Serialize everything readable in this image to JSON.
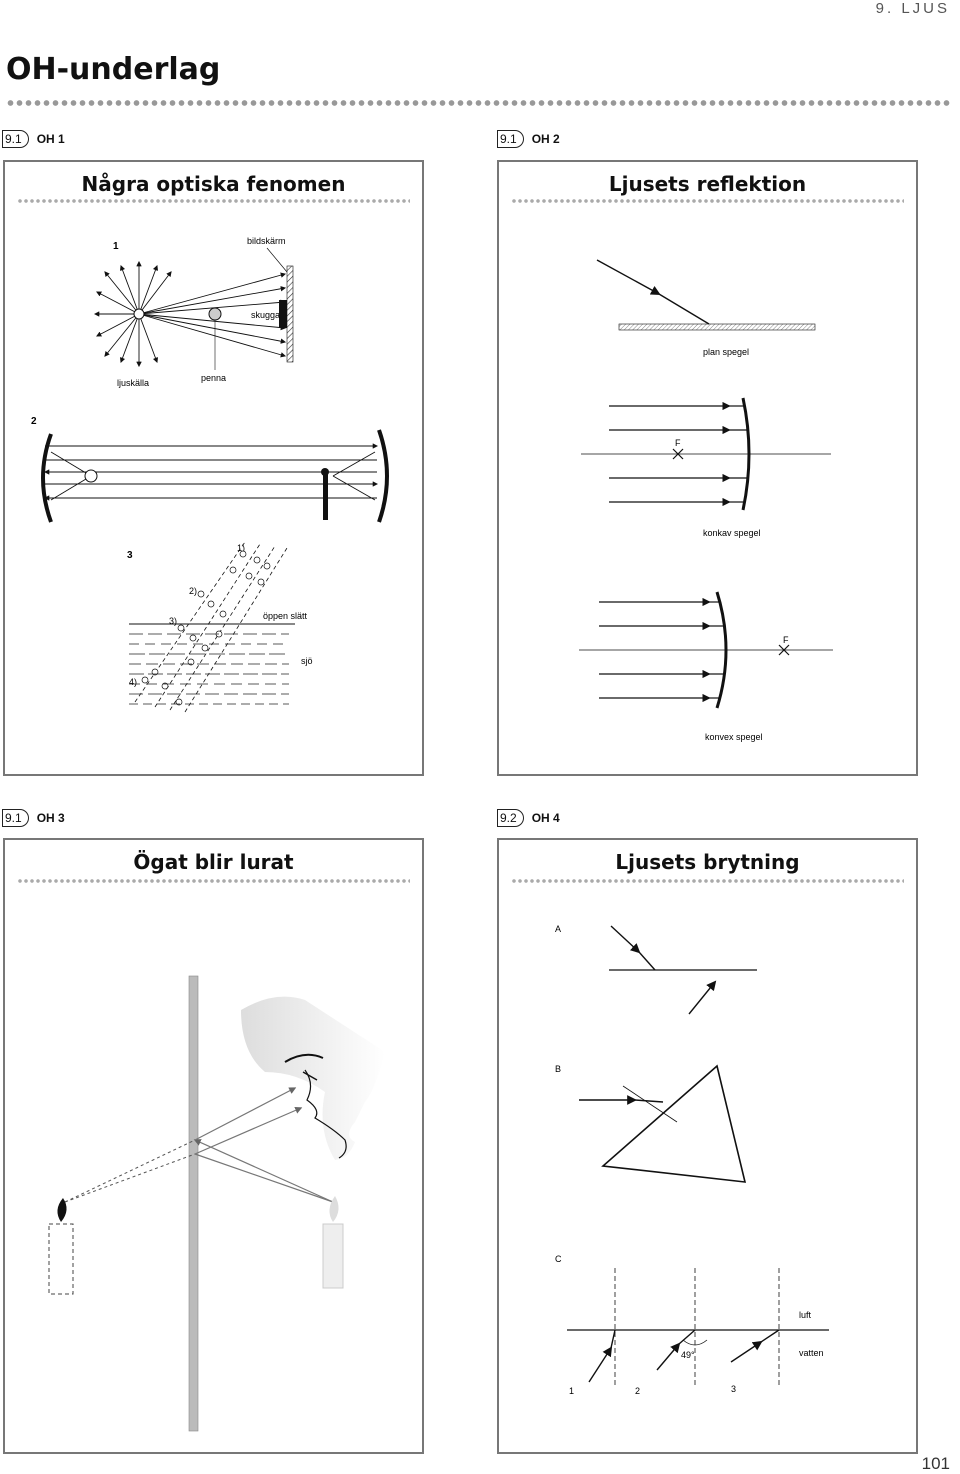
{
  "header": {
    "chapter": "9. LJUS",
    "title": "OH-underlag"
  },
  "cards": [
    {
      "section": "9.1",
      "label": "OH 1",
      "title": "Några optiska fenomen",
      "fig1": {
        "number": "1",
        "screen": "bildskärm",
        "shadow": "skugga",
        "source": "ljuskälla",
        "pen": "penna"
      },
      "fig2": {
        "number": "2"
      },
      "fig3": {
        "number": "3",
        "step1": "1)",
        "step2": "2)",
        "step3": "3)",
        "step4": "4)",
        "plain": "öppen slätt",
        "lake": "sjö"
      }
    },
    {
      "section": "9.1",
      "label": "OH 2",
      "title": "Ljusets reflektion",
      "plane": "plan spegel",
      "concave": "konkav spegel",
      "convex": "konvex spegel",
      "focus": "F"
    },
    {
      "section": "9.1",
      "label": "OH 3",
      "title": "Ögat blir lurat"
    },
    {
      "section": "9.2",
      "label": "OH 4",
      "title": "Ljusets brytning",
      "a": "A",
      "b": "B",
      "c": "C",
      "air": "luft",
      "water": "vatten",
      "angle": "49°",
      "ray1": "1",
      "ray2": "2",
      "ray3": "3"
    }
  ],
  "footer": {
    "page": "101"
  }
}
